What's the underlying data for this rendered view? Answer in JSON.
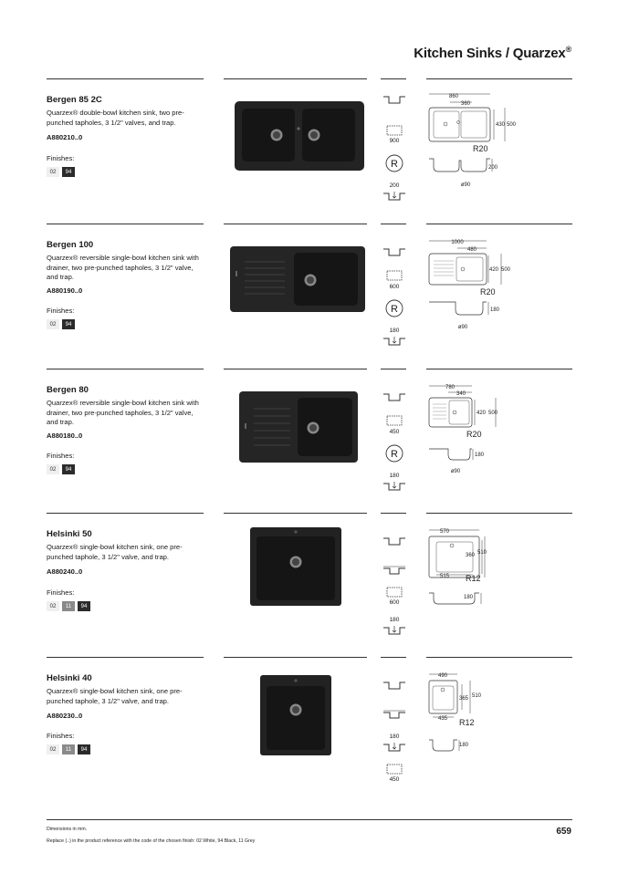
{
  "header": {
    "title": "Kitchen Sinks / Quarzex",
    "title_sup": "®"
  },
  "finishes_label": "Finishes:",
  "products": [
    {
      "name": "Bergen 85 2C",
      "description": "Quarzex® double-bowl kitchen sink, two pre-punched tapholes, 3 1/2\" valves, and trap.",
      "reference": "A880210..0",
      "finishes": [
        "02",
        "94"
      ],
      "icons": [
        {
          "icon": "undermount-icon"
        },
        {
          "icon": "cabinet-icon",
          "value": "900"
        },
        {
          "icon": "reversible-icon"
        },
        {
          "icon": "depth-icon",
          "value": "200"
        }
      ],
      "dims": {
        "width": "860",
        "bowl": "360",
        "depth_a": "430",
        "depth_b": "500",
        "radius": "R20",
        "height": "200",
        "drain": "ø90"
      }
    },
    {
      "name": "Bergen 100",
      "description": "Quarzex® reversible single-bowl kitchen sink with drainer, two pre-punched tapholes, 3 1/2\" valve, and trap.",
      "reference": "A880190..0",
      "finishes": [
        "02",
        "94"
      ],
      "icons": [
        {
          "icon": "undermount-icon"
        },
        {
          "icon": "cabinet-icon",
          "value": "600"
        },
        {
          "icon": "reversible-icon"
        },
        {
          "icon": "depth-icon",
          "value": "180"
        }
      ],
      "dims": {
        "width": "1000",
        "bowl": "480",
        "depth_a": "420",
        "depth_b": "500",
        "radius": "R20",
        "height": "180",
        "drain": "ø90"
      }
    },
    {
      "name": "Bergen 80",
      "description": "Quarzex® reversible single-bowl kitchen sink with drainer, two pre-punched tapholes, 3 1/2\" valve, and trap.",
      "reference": "A880180..0",
      "finishes": [
        "02",
        "94"
      ],
      "icons": [
        {
          "icon": "undermount-icon"
        },
        {
          "icon": "cabinet-icon",
          "value": "450"
        },
        {
          "icon": "reversible-icon"
        },
        {
          "icon": "depth-icon",
          "value": "180"
        }
      ],
      "dims": {
        "width": "780",
        "bowl": "340",
        "depth_a": "420",
        "depth_b": "500",
        "radius": "R20",
        "height": "180",
        "drain": "ø90"
      }
    },
    {
      "name": "Helsinki 50",
      "description": "Quarzex® single-bowl kitchen sink, one pre-punched taphole, 3 1/2\" valve, and trap.",
      "reference": "A880240..0",
      "finishes": [
        "02",
        "11",
        "94"
      ],
      "icons": [
        {
          "icon": "undermount-icon"
        },
        {
          "icon": "flushmount-icon"
        },
        {
          "icon": "cabinet-icon",
          "value": "600"
        },
        {
          "icon": "depth-icon",
          "value": "180"
        }
      ],
      "dims": {
        "width": "570",
        "bowl": "515",
        "depth_a": "360",
        "depth_b": "510",
        "radius": "R12",
        "height": "180"
      }
    },
    {
      "name": "Helsinki 40",
      "description": "Quarzex® single-bowl kitchen sink, one pre-punched taphole, 3 1/2\" valve, and trap.",
      "reference": "A880230..0",
      "finishes": [
        "02",
        "11",
        "94"
      ],
      "icons": [
        {
          "icon": "undermount-icon"
        },
        {
          "icon": "flushmount-icon"
        },
        {
          "icon": "depth-icon",
          "value": "180"
        },
        {
          "icon": "cabinet-icon",
          "value": "450"
        }
      ],
      "dims": {
        "width": "490",
        "bowl": "435",
        "depth_a": "365",
        "depth_b": "510",
        "radius": "R12",
        "height": "180"
      }
    }
  ],
  "footer": {
    "note1": "Dimensions in mm.",
    "note2": "Replace (..) in the product reference with the code of the chosen finish: 02 White, 94 Black, 11 Grey",
    "page_number": "659"
  }
}
